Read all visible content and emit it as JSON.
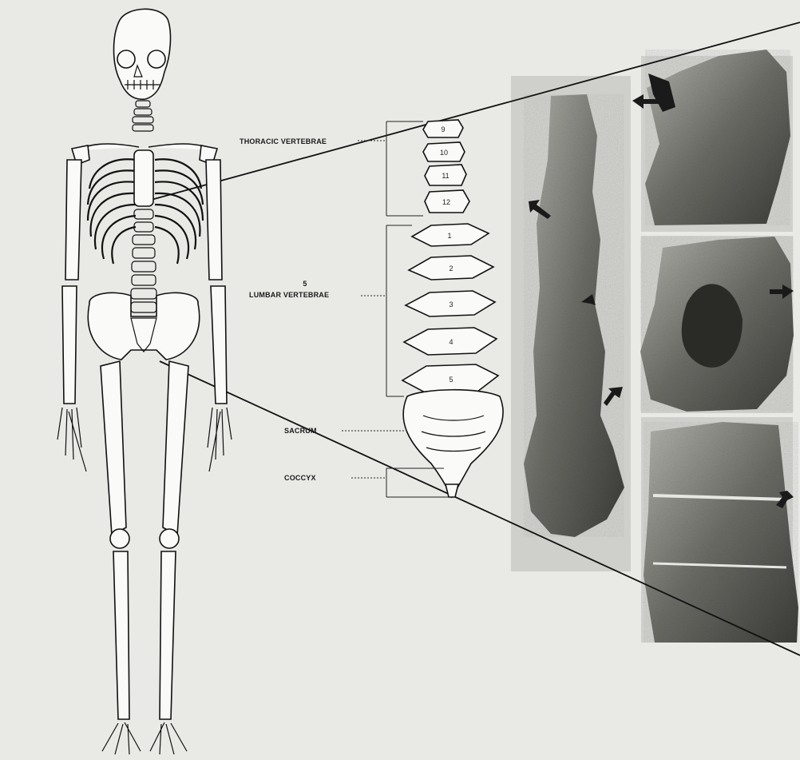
{
  "labels": {
    "thoracic": "THORACIC VERTEBRAE",
    "lumbar_count": "5",
    "lumbar": "LUMBAR VERTEBRAE",
    "sacrum": "SACRUM",
    "coccyx": "COCCYX"
  },
  "vertebra_numbers": [
    "9",
    "10",
    "11",
    "12",
    "1",
    "2",
    "3",
    "4",
    "5"
  ],
  "colors": {
    "ink": "#111111",
    "paper": "#e9e9e6",
    "photo": "#8a8a85"
  }
}
